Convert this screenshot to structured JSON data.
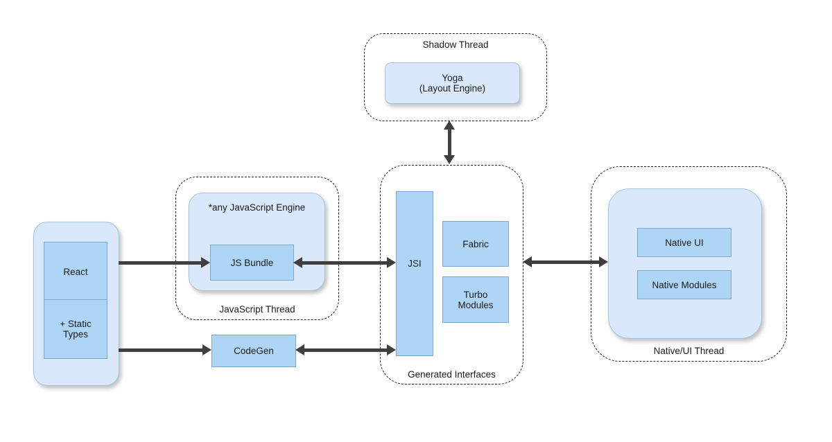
{
  "diagram": {
    "colors": {
      "background": "#ffffff",
      "container_fill": "#d9e8fb",
      "container_border": "#a8c1de",
      "node_fill": "#aed5f6",
      "node_border": "#79a7d0",
      "dashed_border": "#1a1a1a",
      "arrow": "#3f3f3f",
      "text": "#1a1a1a"
    },
    "shadow_thread": {
      "label": "Shadow Thread",
      "yoga_label": "Yoga\n(Layout Engine)"
    },
    "javascript_thread": {
      "label": "JavaScript Thread",
      "engine_label": "*any JavaScript Engine",
      "js_bundle_label": "JS Bundle"
    },
    "app": {
      "react_label": "React",
      "static_types_label": "+ Static\nTypes"
    },
    "codegen_label": "CodeGen",
    "generated_interfaces": {
      "label": "Generated Interfaces",
      "jsi_label": "JSI",
      "fabric_label": "Fabric",
      "turbo_modules_label": "Turbo\nModules"
    },
    "native_thread": {
      "label": "Native/UI Thread",
      "native_ui_label": "Native UI",
      "native_modules_label": "Native Modules"
    },
    "edges": [
      {
        "from": "React",
        "to": "JS Bundle",
        "type": "one-way"
      },
      {
        "from": "JS Bundle",
        "to": "JSI",
        "type": "two-way"
      },
      {
        "from": "+ Static Types",
        "to": "CodeGen",
        "type": "one-way"
      },
      {
        "from": "CodeGen",
        "to": "JSI",
        "type": "two-way"
      },
      {
        "from": "Generated Interfaces",
        "to": "Native/UI Thread",
        "type": "two-way"
      },
      {
        "from": "Generated Interfaces",
        "to": "Shadow Thread",
        "type": "two-way"
      }
    ]
  }
}
